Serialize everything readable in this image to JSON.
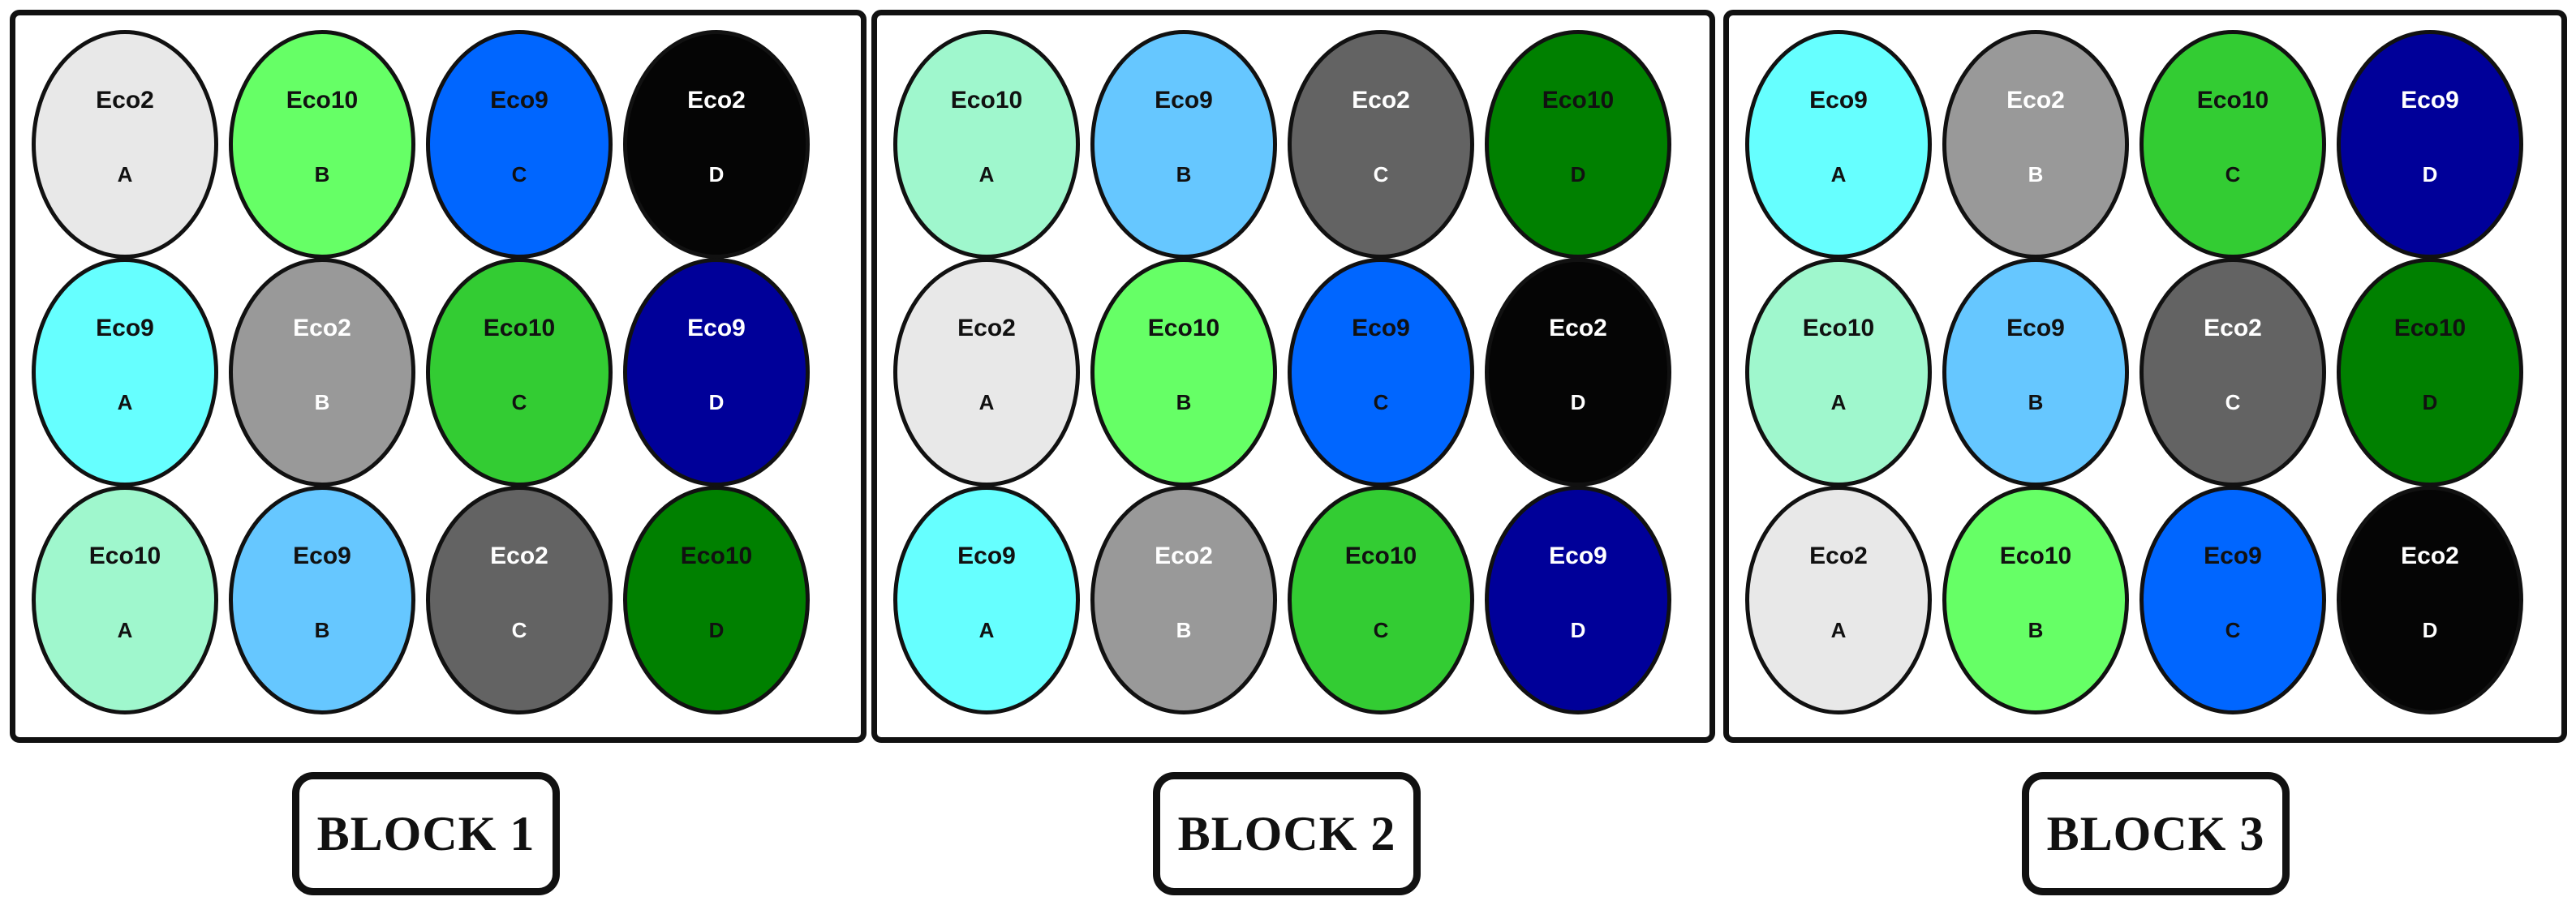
{
  "colors": {
    "Eco2": [
      "#e8e8e8",
      "#999999",
      "#636363",
      "#050505"
    ],
    "Eco10": [
      "#9ff7cd",
      "#66ff66",
      "#33cc33",
      "#008000"
    ],
    "Eco9": [
      "#66ffff",
      "#66c7ff",
      "#0066ff",
      "#000099"
    ]
  },
  "blocks": [
    {
      "label": "BLOCK 1",
      "rows": [
        [
          {
            "name": "Eco2",
            "letter": "A"
          },
          {
            "name": "Eco10",
            "letter": "B"
          },
          {
            "name": "Eco9",
            "letter": "C"
          },
          {
            "name": "Eco2",
            "letter": "D"
          }
        ],
        [
          {
            "name": "Eco9",
            "letter": "A"
          },
          {
            "name": "Eco2",
            "letter": "B"
          },
          {
            "name": "Eco10",
            "letter": "C"
          },
          {
            "name": "Eco9",
            "letter": "D"
          }
        ],
        [
          {
            "name": "Eco10",
            "letter": "A"
          },
          {
            "name": "Eco9",
            "letter": "B"
          },
          {
            "name": "Eco2",
            "letter": "C"
          },
          {
            "name": "Eco10",
            "letter": "D"
          }
        ]
      ]
    },
    {
      "label": "BLOCK 2",
      "rows": [
        [
          {
            "name": "Eco10",
            "letter": "A"
          },
          {
            "name": "Eco9",
            "letter": "B"
          },
          {
            "name": "Eco2",
            "letter": "C"
          },
          {
            "name": "Eco10",
            "letter": "D"
          }
        ],
        [
          {
            "name": "Eco2",
            "letter": "A"
          },
          {
            "name": "Eco10",
            "letter": "B"
          },
          {
            "name": "Eco9",
            "letter": "C"
          },
          {
            "name": "Eco2",
            "letter": "D"
          }
        ],
        [
          {
            "name": "Eco9",
            "letter": "A"
          },
          {
            "name": "Eco2",
            "letter": "B"
          },
          {
            "name": "Eco10",
            "letter": "C"
          },
          {
            "name": "Eco9",
            "letter": "D"
          }
        ]
      ]
    },
    {
      "label": "BLOCK 3",
      "rows": [
        [
          {
            "name": "Eco9",
            "letter": "A"
          },
          {
            "name": "Eco2",
            "letter": "B"
          },
          {
            "name": "Eco10",
            "letter": "C"
          },
          {
            "name": "Eco9",
            "letter": "D"
          }
        ],
        [
          {
            "name": "Eco10",
            "letter": "A"
          },
          {
            "name": "Eco9",
            "letter": "B"
          },
          {
            "name": "Eco2",
            "letter": "C"
          },
          {
            "name": "Eco10",
            "letter": "D"
          }
        ],
        [
          {
            "name": "Eco2",
            "letter": "A"
          },
          {
            "name": "Eco10",
            "letter": "B"
          },
          {
            "name": "Eco9",
            "letter": "C"
          },
          {
            "name": "Eco2",
            "letter": "D"
          }
        ]
      ]
    }
  ]
}
